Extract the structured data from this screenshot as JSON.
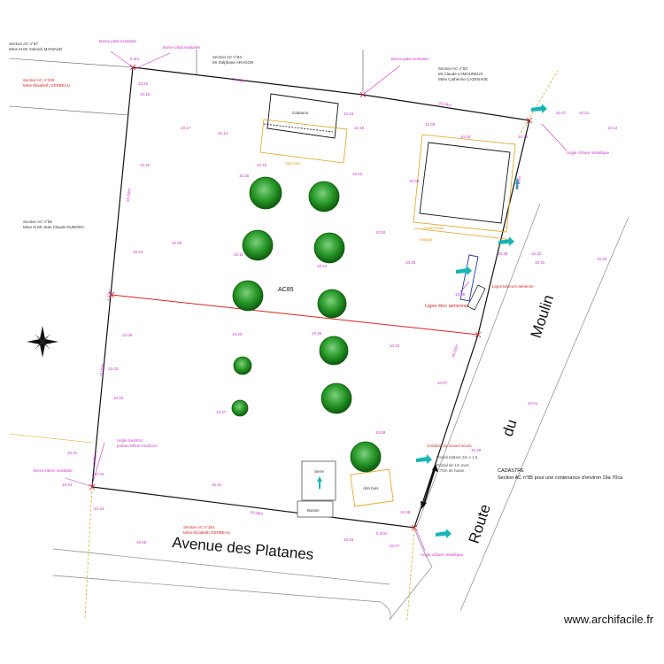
{
  "colors": {
    "boundary": "#111111",
    "magenta": "#cc33cc",
    "red": "#dd2222",
    "orange": "#e0a020",
    "tree": "#1f8a1f",
    "cyan": "#19b5b5",
    "gray": "#888888"
  },
  "neighbours": {
    "ac87_title": "Section AC n°87",
    "ac87_owner": "Mme et Mr Yannick MANIAUD",
    "ac209_title": "Section AC n°209",
    "ac209_owner": "Mme Elisabeth GERBEAU",
    "ac84_title": "Section AC n°84",
    "ac84_owner": "Mr Stéphane ARAGON",
    "ac83_title": "Section AC n°83",
    "ac83_owner1": "Mr Claude LAMOUREUX",
    "ac83_owner2": "Mme Catherine CAZENAVE",
    "ac86_title": "Section AC n°86",
    "ac86_owner": "Mme et Mr Jean Claude DUMORA",
    "ac181_title": "Section AC n°181",
    "ac181_owner": "Mme Elisabeth GERBEAU"
  },
  "labels": {
    "parcel": "AC85",
    "borne1": "Borne plast existante",
    "borne2": "Borne plast existante",
    "borne3": "Borne plast existante",
    "borne_beton": "Borne béton existante",
    "angle_cloture_ne": "Angle clôture métallique",
    "angle_cloture_s": "Angle clôture métallique",
    "angle_sud_est": "Angle Sud-Est",
    "poteau": "poteau béton 01x01cm",
    "ligne_elec_aerienne": "Ligne élec aérienne",
    "ligne_telecom": "Ligne telecom aérienne",
    "creation_acces": "Création du nouvel accès",
    "portail_note1": "Portail battant 3m x 1.5",
    "portail_note2": "Portail de 1m avec",
    "portail_note3": "1.70m de haute",
    "cabanon": "Cabanon",
    "abri": "Abri bois",
    "abri2": "Abri bois",
    "auvent": "Auvent bois",
    "hangar": "Hangar",
    "bassin": "Bassin",
    "serre": "Serre"
  },
  "dimensions": {
    "top_left": "9.4m",
    "top_mid": "25.49m",
    "top_right": "25.44m",
    "right_upper": "26.99m",
    "right_lower": "46.02m",
    "left_upper": "55.60m",
    "left_mid": "4.10m",
    "left_lower": "10.00m",
    "left_bottom": "6.80m",
    "bottom": "24.59m",
    "bottom_right": "5.20m"
  },
  "streets": {
    "avenue": "Avenue des Platanes",
    "route1": "Route",
    "route2": "du",
    "route3": "Moulin"
  },
  "cadastre": {
    "title": "CADASTRE",
    "line": "Section AC n°85  pour une contenance d'environ 19a 70ca"
  },
  "brand": "www.archifacile.fr",
  "icons": [
    "compass-rose-icon",
    "arrow-icon"
  ],
  "levels": [
    "10.20",
    "10.18",
    "10.17",
    "10.14",
    "10.19",
    "10.16",
    "10.09",
    "10.24",
    "10.26",
    "10.27",
    "10.21",
    "10.12",
    "10.15",
    "10.25",
    "10.10",
    "10.22",
    "10.08",
    "10.28",
    "10.30",
    "10.23",
    "10.11",
    "10.13",
    "10.29",
    "10.05",
    "10.36",
    "10.32",
    "10.31",
    "10.40",
    "10.06",
    "10.33",
    "10.35",
    "10.02",
    "10.03",
    "10.07",
    "10.01",
    "10.04",
    "10.37",
    "10.38",
    "10.39",
    "10.41",
    "10.34",
    "10.42",
    "10.43",
    "10.44",
    "10.45",
    "10.46",
    "10.47",
    "10.48"
  ]
}
